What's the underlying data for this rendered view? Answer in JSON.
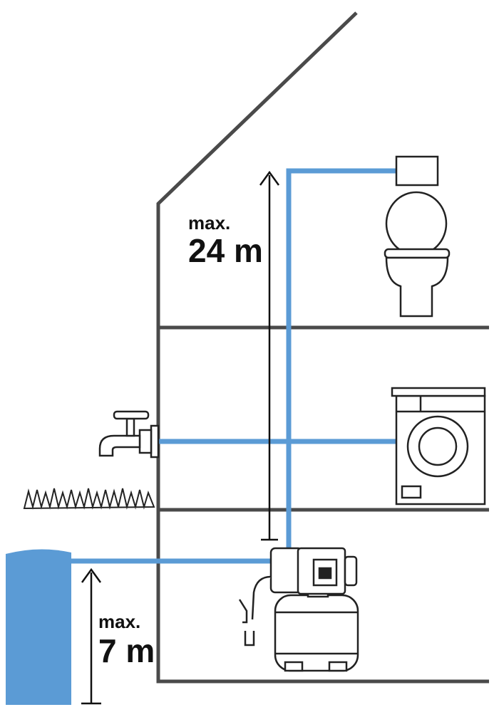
{
  "labels": {
    "upper": {
      "max": "max.",
      "value": "24 m"
    },
    "lower": {
      "max": "max.",
      "value": "7 m"
    }
  },
  "colors": {
    "pipe": "#5b9bd5",
    "wall": "#4a4a4a",
    "outline": "#222222",
    "water": "#5b9bd5"
  },
  "icons": [
    "house-outline",
    "toilet-icon",
    "washing-machine-icon",
    "tap-icon",
    "grass-icon",
    "water-source",
    "pump-icon"
  ]
}
